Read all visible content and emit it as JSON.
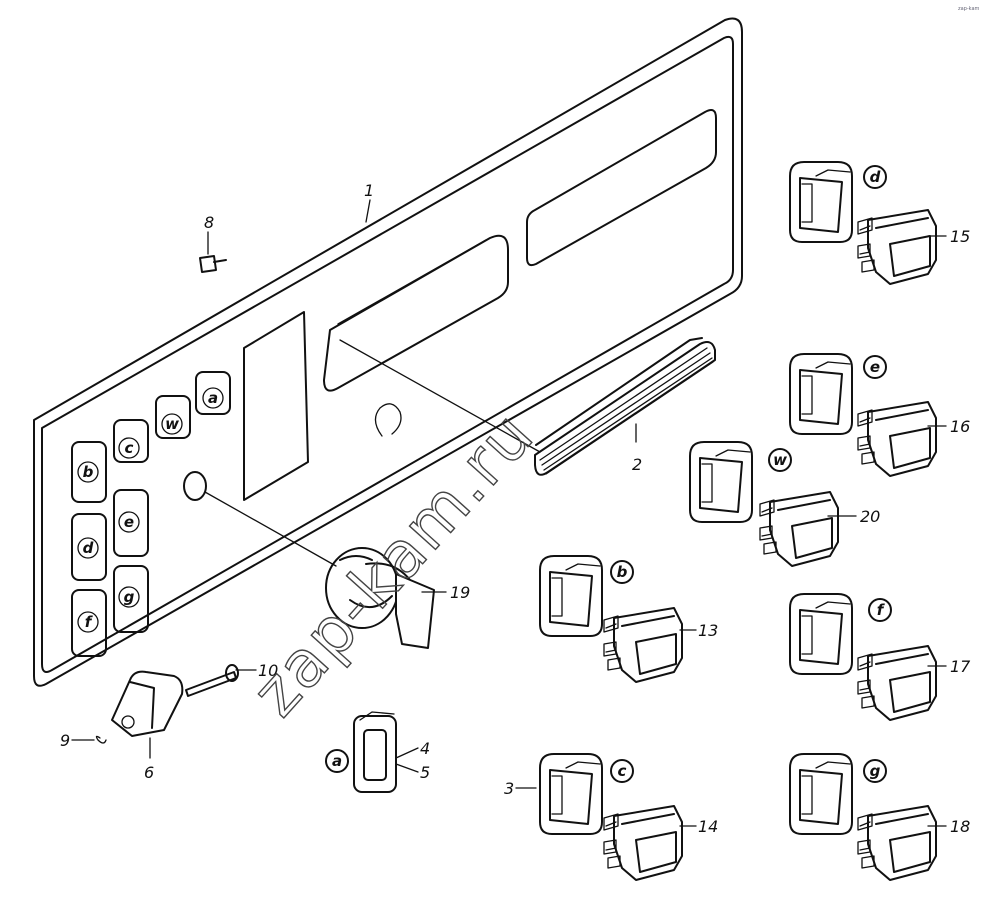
{
  "part_numbers": [
    "1",
    "2",
    "3",
    "4",
    "5",
    "6",
    "8",
    "9",
    "10",
    "13",
    "14",
    "15",
    "16",
    "17",
    "18",
    "19",
    "20"
  ],
  "letters": {
    "panel": [
      "b",
      "c",
      "w",
      "a",
      "d",
      "e",
      "f",
      "g"
    ],
    "a": "a",
    "b": "b",
    "c": "c",
    "d": "d",
    "e": "e",
    "f": "f",
    "g": "g",
    "w": "w"
  },
  "watermark": "zap-kam.ru",
  "corner_logo": "zap-kam"
}
